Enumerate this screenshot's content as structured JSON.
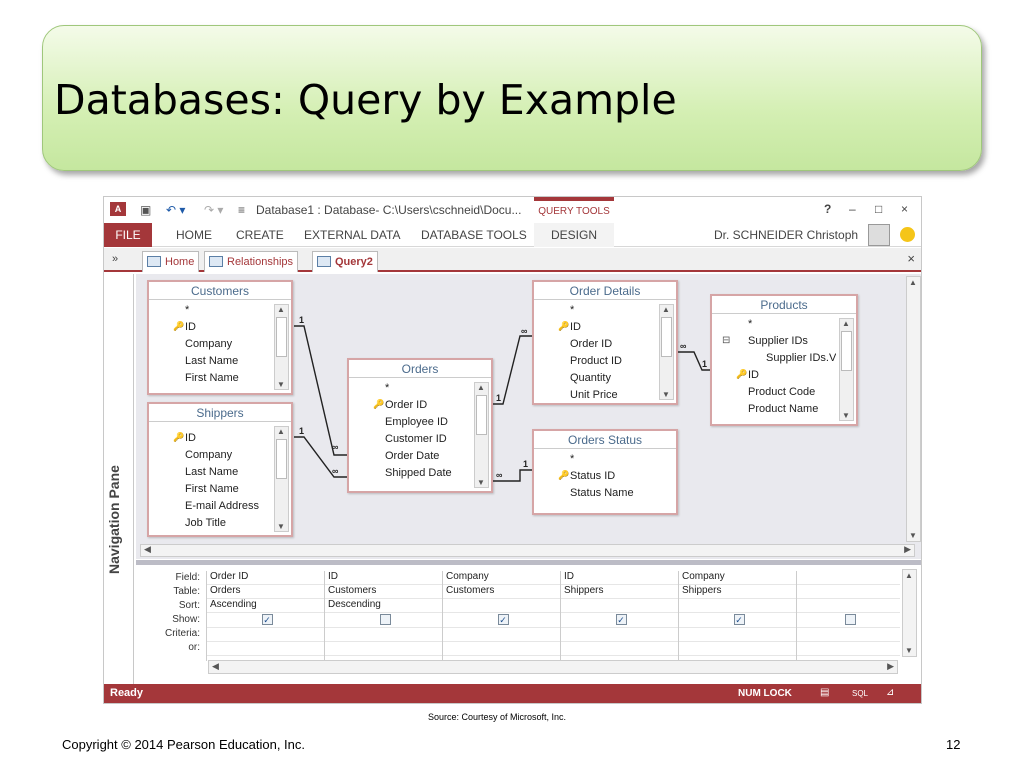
{
  "slide": {
    "title": "Databases: Query by Example",
    "source": "Source: Courtesy of Microsoft, Inc.",
    "copyright": "Copyright © 2014 Pearson Education, Inc.",
    "page_number": "12"
  },
  "titlebar": {
    "window_title": "Database1 : Database- C:\\Users\\cschneid\\Docu...",
    "context_group": "QUERY TOOLS",
    "help": "?",
    "minimize": "–",
    "maximize": "□",
    "close": "×"
  },
  "ribbon": {
    "tabs": [
      "FILE",
      "HOME",
      "CREATE",
      "EXTERNAL DATA",
      "DATABASE TOOLS"
    ],
    "design_tab": "DESIGN",
    "user": "Dr. SCHNEIDER Christoph"
  },
  "doc_tabs": {
    "shutter": "»",
    "tabs": [
      "Home",
      "Relationships",
      "Query2"
    ],
    "close": "×"
  },
  "nav_pane": {
    "label": "Navigation Pane"
  },
  "tables": {
    "customers": {
      "title": "Customers",
      "fields": [
        "*",
        "ID",
        "Company",
        "Last Name",
        "First Name"
      ]
    },
    "shippers": {
      "title": "Shippers",
      "fields": [
        "ID",
        "Company",
        "Last Name",
        "First Name",
        "E-mail Address",
        "Job Title"
      ]
    },
    "orders": {
      "title": "Orders",
      "fields": [
        "*",
        "Order ID",
        "Employee ID",
        "Customer ID",
        "Order Date",
        "Shipped Date"
      ]
    },
    "order_details": {
      "title": "Order Details",
      "fields": [
        "*",
        "ID",
        "Order ID",
        "Product ID",
        "Quantity",
        "Unit Price"
      ]
    },
    "products": {
      "title": "Products",
      "fields": [
        "*",
        "Supplier IDs",
        "Supplier IDs.V",
        "ID",
        "Product Code",
        "Product Name"
      ]
    },
    "order_status": {
      "title": "Orders Status",
      "fields": [
        "*",
        "Status ID",
        "Status Name"
      ]
    }
  },
  "relationships": {
    "one": "1",
    "many": "∞"
  },
  "grid": {
    "row_labels": [
      "Field:",
      "Table:",
      "Sort:",
      "Show:",
      "Criteria:",
      "or:"
    ],
    "columns": [
      {
        "field": "Order ID",
        "table": "Orders",
        "sort": "Ascending",
        "show": true
      },
      {
        "field": "ID",
        "table": "Customers",
        "sort": "Descending",
        "show": false
      },
      {
        "field": "Company",
        "table": "Customers",
        "sort": "",
        "show": true
      },
      {
        "field": "ID",
        "table": "Shippers",
        "sort": "",
        "show": true
      },
      {
        "field": "Company",
        "table": "Shippers",
        "sort": "",
        "show": true
      },
      {
        "field": "",
        "table": "",
        "sort": "",
        "show": false
      }
    ]
  },
  "statusbar": {
    "ready": "Ready",
    "num_lock": "NUM LOCK",
    "sql": "SQL"
  },
  "colors": {
    "access_red": "#a4373a",
    "title_green": "#d4efb3",
    "table_border": "#d6a5a6"
  }
}
